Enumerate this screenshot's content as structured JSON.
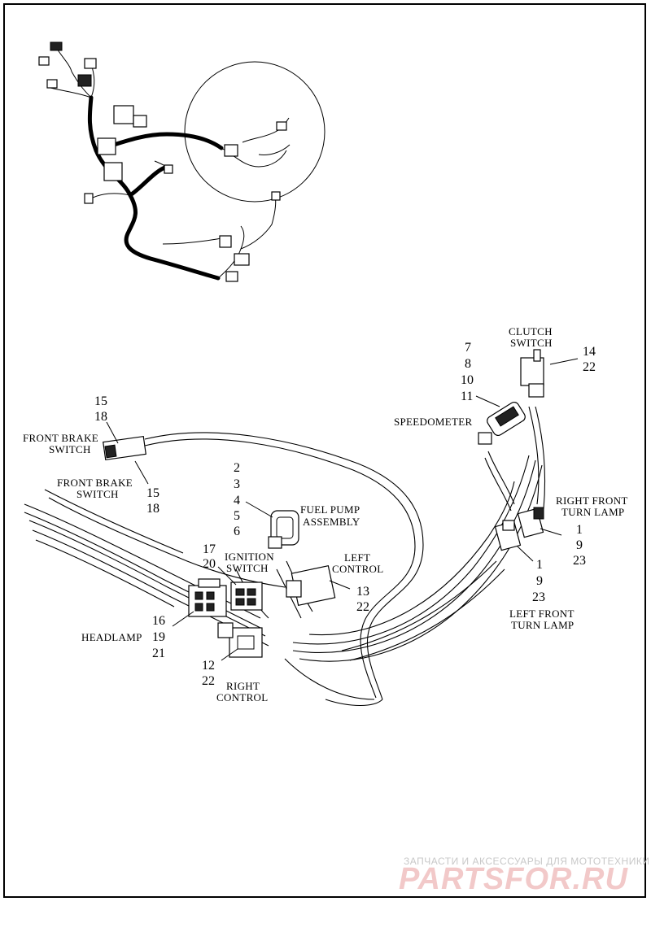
{
  "callouts": [
    {
      "id": "front-brake-switch-upper",
      "numbers": [
        "15",
        "18"
      ]
    },
    {
      "id": "front-brake-switch-lower",
      "numbers": [
        "15",
        "18"
      ]
    },
    {
      "id": "fuel-pump-assembly",
      "numbers": [
        "2",
        "3",
        "4",
        "5",
        "6"
      ]
    },
    {
      "id": "ignition-switch",
      "numbers": [
        "17",
        "20"
      ]
    },
    {
      "id": "left-control",
      "numbers": [
        "13",
        "22"
      ]
    },
    {
      "id": "headlamp",
      "numbers": [
        "16",
        "19",
        "21"
      ]
    },
    {
      "id": "right-control",
      "numbers": [
        "12",
        "22"
      ]
    },
    {
      "id": "speedometer",
      "numbers": [
        "7",
        "8",
        "10",
        "11"
      ]
    },
    {
      "id": "clutch-switch",
      "numbers": [
        "14",
        "22"
      ]
    },
    {
      "id": "right-front-turn-lamp",
      "numbers": [
        "1",
        "9",
        "23"
      ]
    },
    {
      "id": "left-front-turn-lamp",
      "numbers": [
        "1",
        "9",
        "23"
      ]
    }
  ],
  "labels": {
    "front_brake_switch_upper": [
      "FRONT BRAKE",
      "SWITCH"
    ],
    "front_brake_switch_lower": [
      "FRONT BRAKE",
      "SWITCH"
    ],
    "fuel_pump_assembly": [
      "FUEL PUMP",
      "ASSEMBLY"
    ],
    "ignition_switch": [
      "IGNITION",
      "SWITCH"
    ],
    "left_control": [
      "LEFT",
      "CONTROL"
    ],
    "headlamp": [
      "HEADLAMP"
    ],
    "right_control": [
      "RIGHT",
      "CONTROL"
    ],
    "speedometer": [
      "SPEEDOMETER"
    ],
    "clutch_switch": [
      "CLUTCH",
      "SWITCH"
    ],
    "right_front_turn_lamp": [
      "RIGHT FRONT",
      "TURN LAMP"
    ],
    "left_front_turn_lamp": [
      "LEFT FRONT",
      "TURN LAMP"
    ]
  },
  "watermark": {
    "line1": "ЗАПЧАСТИ И АКСЕССУАРЫ ДЛЯ МОТОТЕХНИКИ",
    "line2": "PARTSFOR.RU"
  },
  "colors": {
    "line": "#000000",
    "background": "#ffffff",
    "watermark_text": "#c8c8c8",
    "watermark_logo": "#f2c9c9"
  }
}
